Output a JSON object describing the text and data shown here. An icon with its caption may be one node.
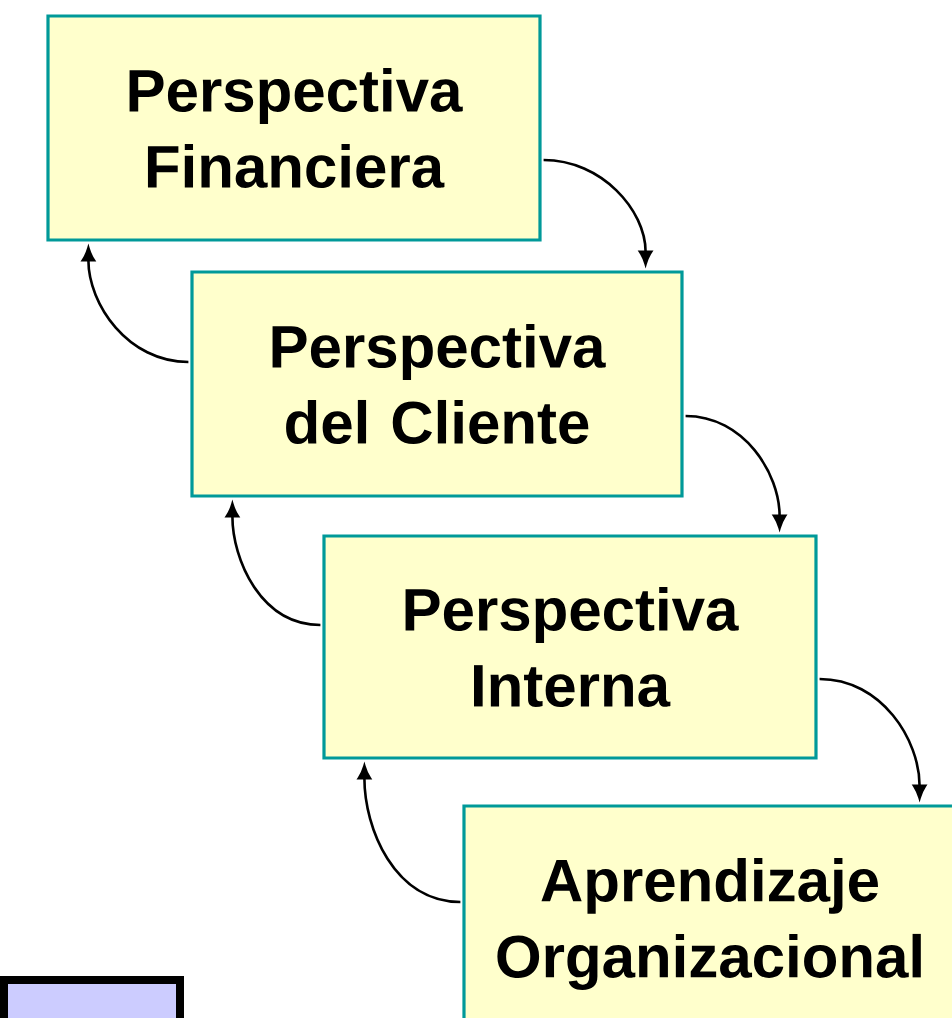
{
  "diagram": {
    "nodes": [
      {
        "text": [
          "Perspectiva Financiera"
        ]
      },
      {
        "text": [
          "Perspectiva del Cliente"
        ]
      },
      {
        "text": [
          "Perspectiva Interna"
        ]
      },
      {
        "text": [
          "Aprendizaje Organizacional"
        ]
      },
      {
        "text": [],
        "shape": "box"
      }
    ],
    "edges": [
      {
        "from": 0,
        "to": 1,
        "arrow": "to"
      },
      {
        "from": 1,
        "to": 0,
        "arrow": "to"
      },
      {
        "from": 1,
        "to": 2,
        "arrow": "to"
      },
      {
        "from": 2,
        "to": 1,
        "arrow": "to"
      },
      {
        "from": 2,
        "to": 3,
        "arrow": "to"
      },
      {
        "from": 3,
        "to": 2,
        "arrow": "to"
      }
    ]
  }
}
